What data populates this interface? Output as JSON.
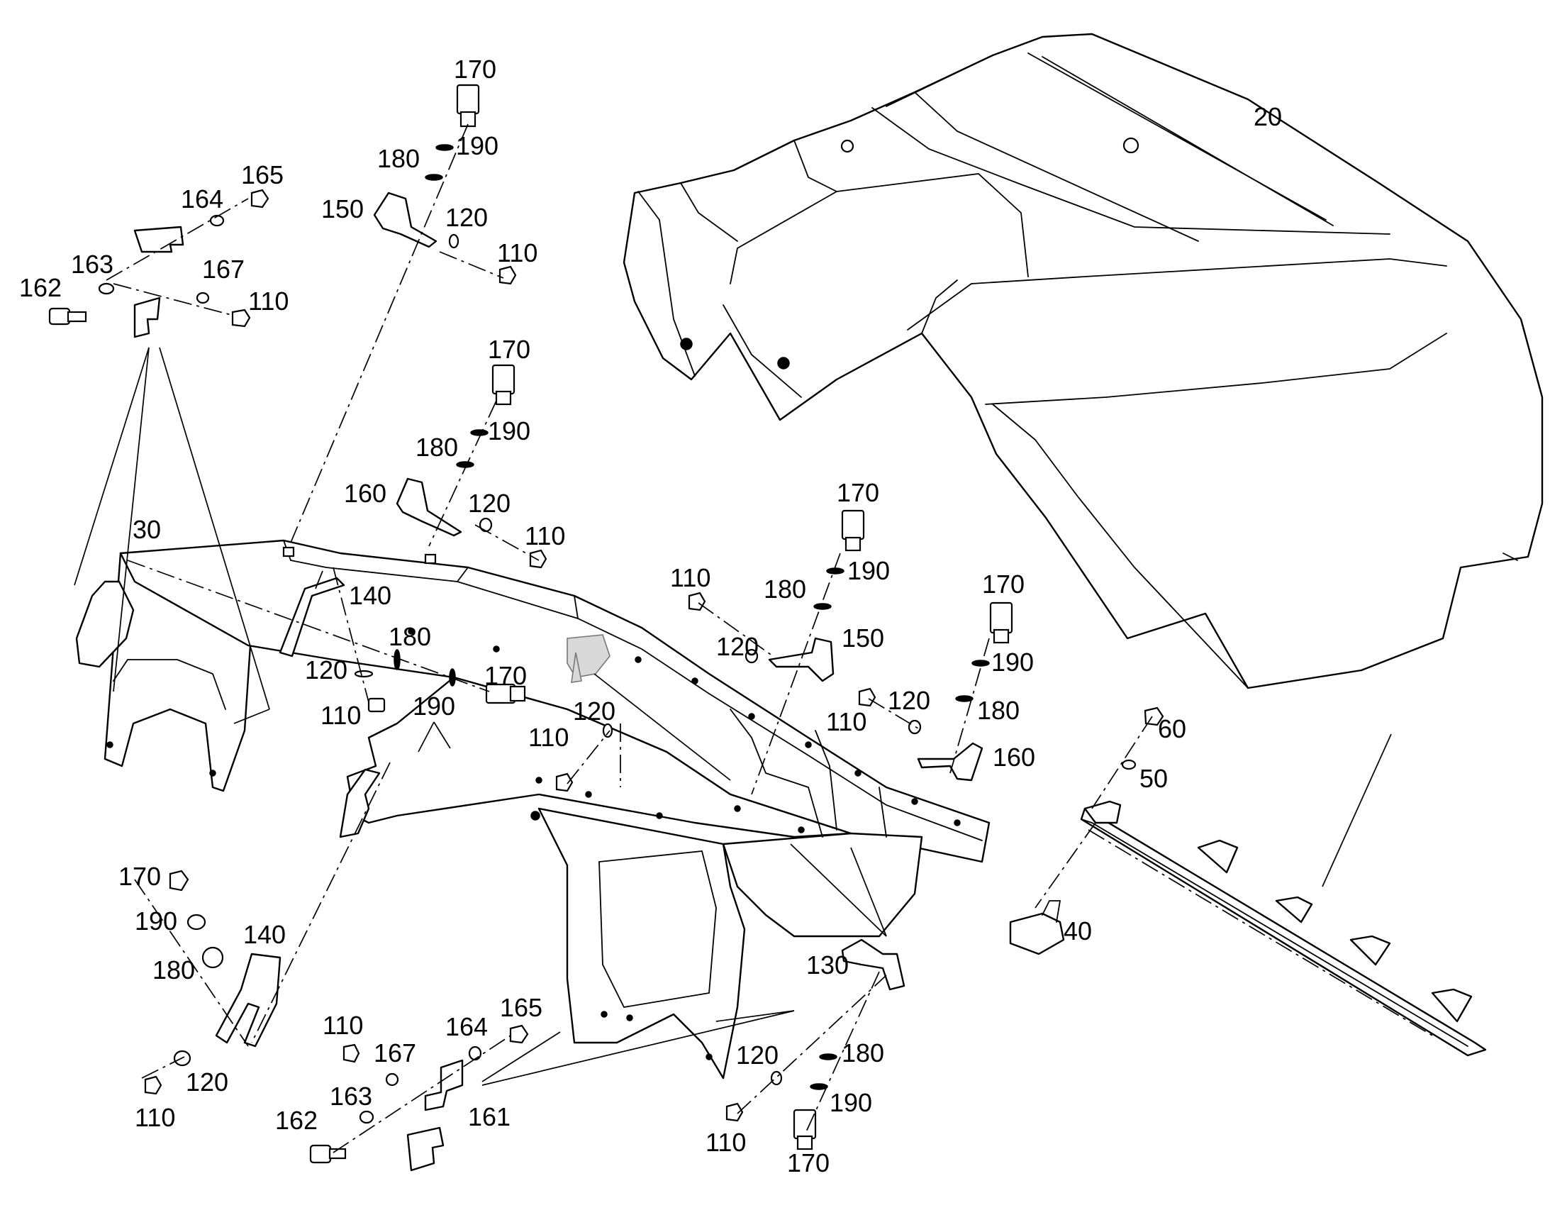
{
  "diagram": {
    "callouts": [
      {
        "id": "c20",
        "text": "20"
      },
      {
        "id": "c30",
        "text": "30"
      },
      {
        "id": "c40",
        "text": "40"
      },
      {
        "id": "c50",
        "text": "50"
      },
      {
        "id": "c60",
        "text": "60"
      },
      {
        "id": "c110a",
        "text": "110"
      },
      {
        "id": "c110b",
        "text": "110"
      },
      {
        "id": "c110c",
        "text": "110"
      },
      {
        "id": "c110d",
        "text": "110"
      },
      {
        "id": "c110e",
        "text": "110"
      },
      {
        "id": "c110f",
        "text": "110"
      },
      {
        "id": "c110g",
        "text": "110"
      },
      {
        "id": "c110h",
        "text": "110"
      },
      {
        "id": "c110i",
        "text": "110"
      },
      {
        "id": "c110j",
        "text": "110"
      },
      {
        "id": "c120a",
        "text": "120"
      },
      {
        "id": "c120b",
        "text": "120"
      },
      {
        "id": "c120c",
        "text": "120"
      },
      {
        "id": "c120d",
        "text": "120"
      },
      {
        "id": "c120e",
        "text": "120"
      },
      {
        "id": "c120f",
        "text": "120"
      },
      {
        "id": "c120g",
        "text": "120"
      },
      {
        "id": "c120h",
        "text": "120"
      },
      {
        "id": "c130",
        "text": "130"
      },
      {
        "id": "c140a",
        "text": "140"
      },
      {
        "id": "c140b",
        "text": "140"
      },
      {
        "id": "c150a",
        "text": "150"
      },
      {
        "id": "c150b",
        "text": "150"
      },
      {
        "id": "c160a",
        "text": "160"
      },
      {
        "id": "c160b",
        "text": "160"
      },
      {
        "id": "c161",
        "text": "161"
      },
      {
        "id": "c162a",
        "text": "162"
      },
      {
        "id": "c162b",
        "text": "162"
      },
      {
        "id": "c163a",
        "text": "163"
      },
      {
        "id": "c163b",
        "text": "163"
      },
      {
        "id": "c164a",
        "text": "164"
      },
      {
        "id": "c164b",
        "text": "164"
      },
      {
        "id": "c165a",
        "text": "165"
      },
      {
        "id": "c165b",
        "text": "165"
      },
      {
        "id": "c167a",
        "text": "167"
      },
      {
        "id": "c167b",
        "text": "167"
      },
      {
        "id": "c170a",
        "text": "170"
      },
      {
        "id": "c170b",
        "text": "170"
      },
      {
        "id": "c170c",
        "text": "170"
      },
      {
        "id": "c170d",
        "text": "170"
      },
      {
        "id": "c170e",
        "text": "170"
      },
      {
        "id": "c170f",
        "text": "170"
      },
      {
        "id": "c170g",
        "text": "170"
      },
      {
        "id": "c180a",
        "text": "180"
      },
      {
        "id": "c180b",
        "text": "180"
      },
      {
        "id": "c180c",
        "text": "180"
      },
      {
        "id": "c180d",
        "text": "180"
      },
      {
        "id": "c180e",
        "text": "180"
      },
      {
        "id": "c180f",
        "text": "180"
      },
      {
        "id": "c180g",
        "text": "180"
      },
      {
        "id": "c190a",
        "text": "190"
      },
      {
        "id": "c190b",
        "text": "190"
      },
      {
        "id": "c190c",
        "text": "190"
      },
      {
        "id": "c190d",
        "text": "190"
      },
      {
        "id": "c190e",
        "text": "190"
      },
      {
        "id": "c190f",
        "text": "190"
      },
      {
        "id": "c190g",
        "text": "190"
      }
    ]
  }
}
